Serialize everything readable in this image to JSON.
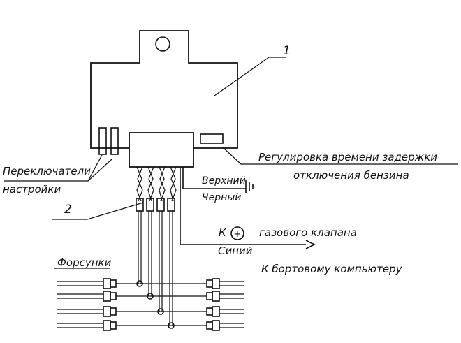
{
  "labels": {
    "callout_1": "1",
    "callout_2": "2",
    "switches_line1": "Переключатели",
    "switches_line2": "настройки",
    "delay_line1": "Регулировка времени задержки",
    "delay_line2": "отключения бензина",
    "top_wire": "Верхний",
    "black_wire": "Черный",
    "valve_prefix": "К",
    "valve_plus": "+",
    "valve_text": "газового клапана",
    "blue_wire": "Синий",
    "injectors": "Форсунки",
    "computer": "К бортовому компьютеру"
  }
}
